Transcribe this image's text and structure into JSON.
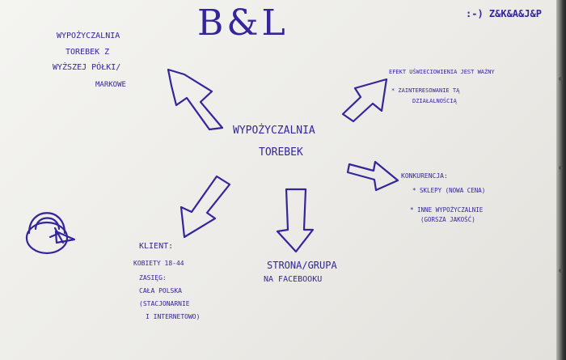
{
  "title": "B&L",
  "top_right_note": ":-) Z&K&A&J&P",
  "center": {
    "line1": "WYPOŻYCZALNIA",
    "line2": "TOREBEK"
  },
  "top_left": {
    "line1": "WYPOŻYCZALNIA",
    "line2": "TOREBEK Z",
    "line3": "WYŻSZEJ PÓŁKI/",
    "line4": "MARKOWE"
  },
  "top_right": {
    "line1": "EFEKT UŚWIECIOWIENIA JEST WAŻNY",
    "line2": "* ZAINTERESOWANIE TĄ",
    "line3": "DZIAŁALNOŚCIĄ"
  },
  "competition": {
    "heading": "KONKURENCJA:",
    "item1": "* SKLEPY (NOWA CENA)",
    "item2a": "* INNE WYPOŻYCZALNIE",
    "item2b": "(GORSZA JAKOŚĆ)"
  },
  "client": {
    "heading": "KLIENT:",
    "line1": "KOBIETY 18-44",
    "reach": "ZASIĘG:",
    "line2": "CAŁA POLSKA",
    "line3": "(STACJONARNIE",
    "line4": "I INTERNETOWO)"
  },
  "channel": {
    "line1": "STRONA/GRUPA",
    "line2": "NA FACEBOOKU"
  },
  "ink_color": "#34269a"
}
